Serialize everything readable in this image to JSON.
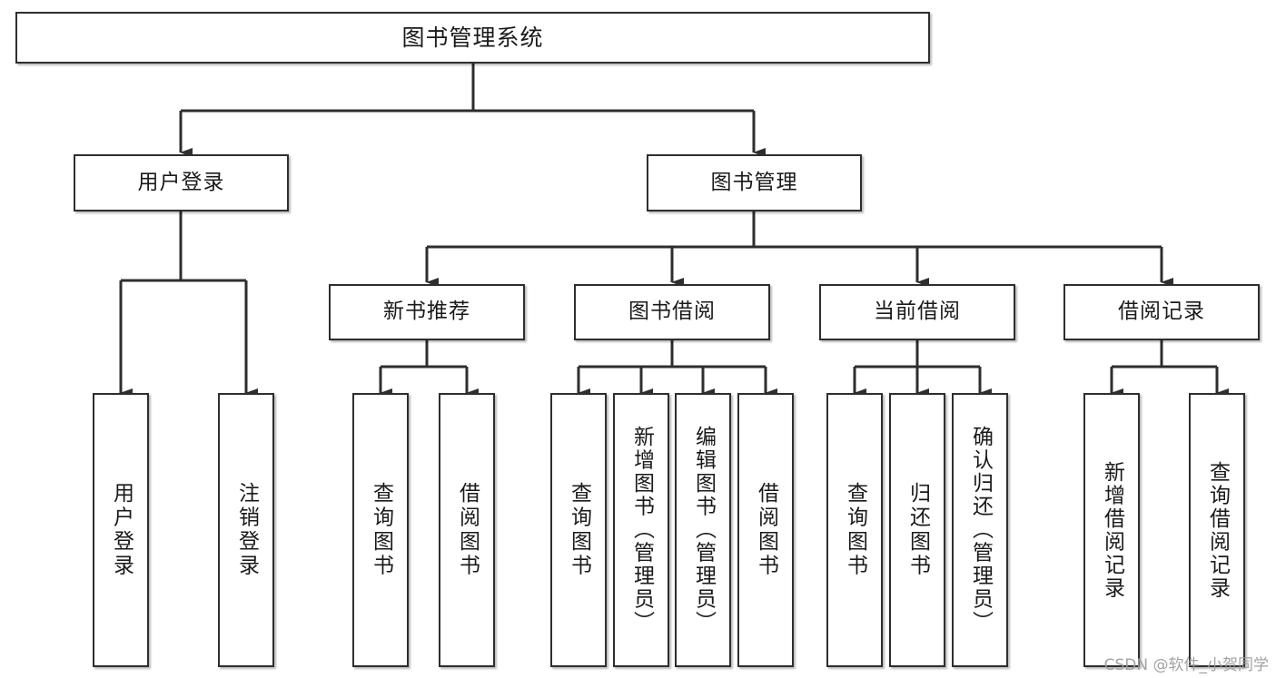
{
  "diagram": {
    "title": "图书管理系统",
    "type": "tree-hierarchy-diagram",
    "root": {
      "label": "图书管理系统"
    },
    "level1": [
      {
        "label": "用户登录"
      },
      {
        "label": "图书管理"
      }
    ],
    "level2": [
      {
        "label": "新书推荐"
      },
      {
        "label": "图书借阅"
      },
      {
        "label": "当前借阅"
      },
      {
        "label": "借阅记录"
      }
    ],
    "leaves": {
      "user_login": [
        {
          "label": "用户登录"
        },
        {
          "label": "注销登录"
        }
      ],
      "new_book_recommend": [
        {
          "label": "查询图书"
        },
        {
          "label": "借阅图书"
        }
      ],
      "book_borrow": [
        {
          "label": "查询图书"
        },
        {
          "label": "新增图书（管理员）"
        },
        {
          "label": "编辑图书（管理员）"
        },
        {
          "label": "借阅图书"
        }
      ],
      "current_borrow": [
        {
          "label": "查询图书"
        },
        {
          "label": "归还图书"
        },
        {
          "label": "确认归还（管理员）"
        }
      ],
      "borrow_record": [
        {
          "label": "新增借阅记录"
        },
        {
          "label": "查询借阅记录"
        }
      ]
    }
  },
  "watermark": {
    "text": "CSDN @软件_小贺同学"
  },
  "colors": {
    "box_border": "#2e2e2e",
    "box_fill": "#ffffff",
    "connector": "#2e2e2e",
    "text": "#1a1a1a",
    "watermark": "#9b9b9b"
  }
}
